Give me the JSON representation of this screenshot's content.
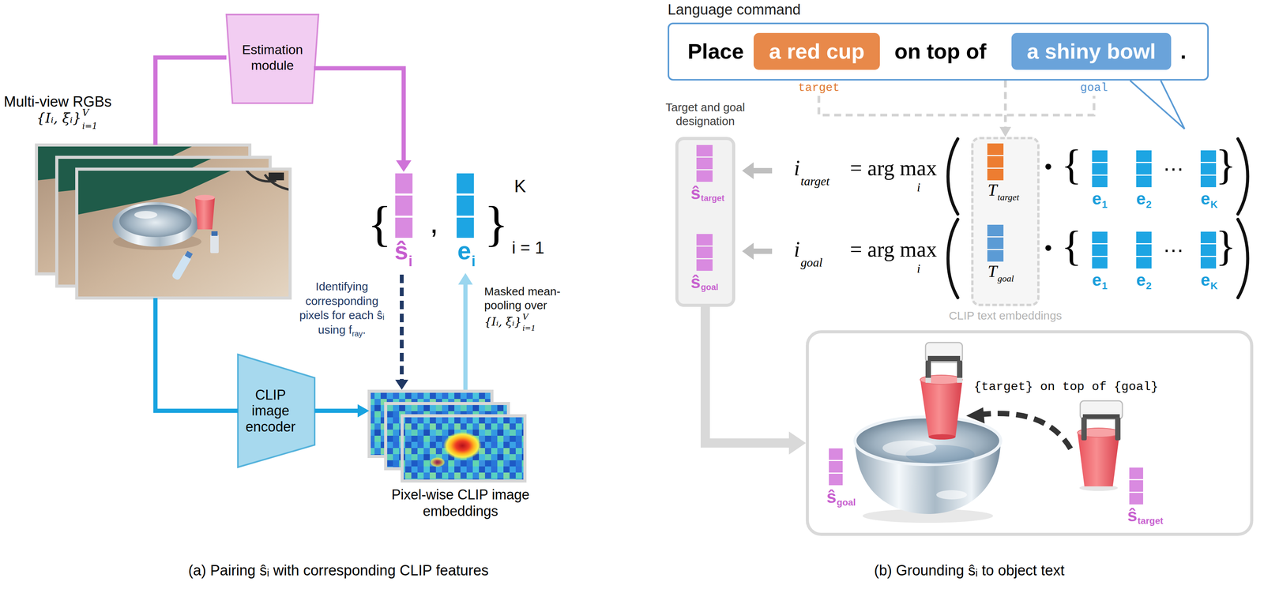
{
  "diagram": {
    "nodes": [
      {
        "text": [
          "Estimation module"
        ]
      },
      {
        "text": [
          "Multi-view RGBs"
        ]
      },
      {
        "text": [
          "CLIP image encoder"
        ]
      },
      {
        "text": [
          "Pixel-wise CLIP image embeddings"
        ]
      },
      {
        "text": [
          "Language command",
          "Place",
          "on top of",
          "."
        ]
      },
      {
        "text": [
          "a red cup"
        ],
        "in": 4
      },
      {
        "text": [
          "a shiny bowl"
        ],
        "in": 4
      },
      {
        "text": [
          "Target and goal designation"
        ]
      },
      {
        "text": [
          "CLIP text embeddings"
        ]
      },
      {
        "text": [
          "{target} on top of {goal}"
        ]
      }
    ],
    "edges": [
      {
        "from": 1,
        "to": 0,
        "arrow": "none"
      },
      {
        "from": 1,
        "to": 2,
        "arrow": "none"
      },
      {
        "from": 2,
        "to": 3,
        "arrow": "to"
      },
      {
        "from": 4,
        "to": 8,
        "arrow": "to"
      },
      {
        "from": 7,
        "to": 9,
        "arrow": "to"
      }
    ],
    "labels": [
      "{Iᵢ, ξᵢ}",
      "i=1",
      "V",
      "{",
      "ŝ",
      "i",
      ",",
      "e",
      "i",
      "}",
      "K",
      "i = 1",
      "Identifying corresponding pixels for each ŝᵢ using f",
      "ray",
      ".",
      "Masked mean-pooling over",
      "{Iᵢ, ξᵢ}",
      "i=1",
      "V",
      "(a) Pairing ŝᵢ with corresponding CLIP features",
      "target",
      "goal",
      "ŝ",
      "target",
      "ŝ",
      "goal",
      "i",
      "target",
      "= arg max",
      "i",
      "T",
      "target",
      "•",
      "{",
      "e",
      "1",
      "e",
      "2",
      "…",
      "e",
      "K",
      "}",
      "i",
      "goal",
      "= arg max",
      "i",
      "T",
      "goal",
      "•",
      "{",
      "e",
      "1",
      "e",
      "2",
      "…",
      "e",
      "K",
      "}",
      "ŝ",
      "goal",
      "ŝ",
      "target",
      "(b) Grounding ŝᵢ to object text"
    ]
  }
}
